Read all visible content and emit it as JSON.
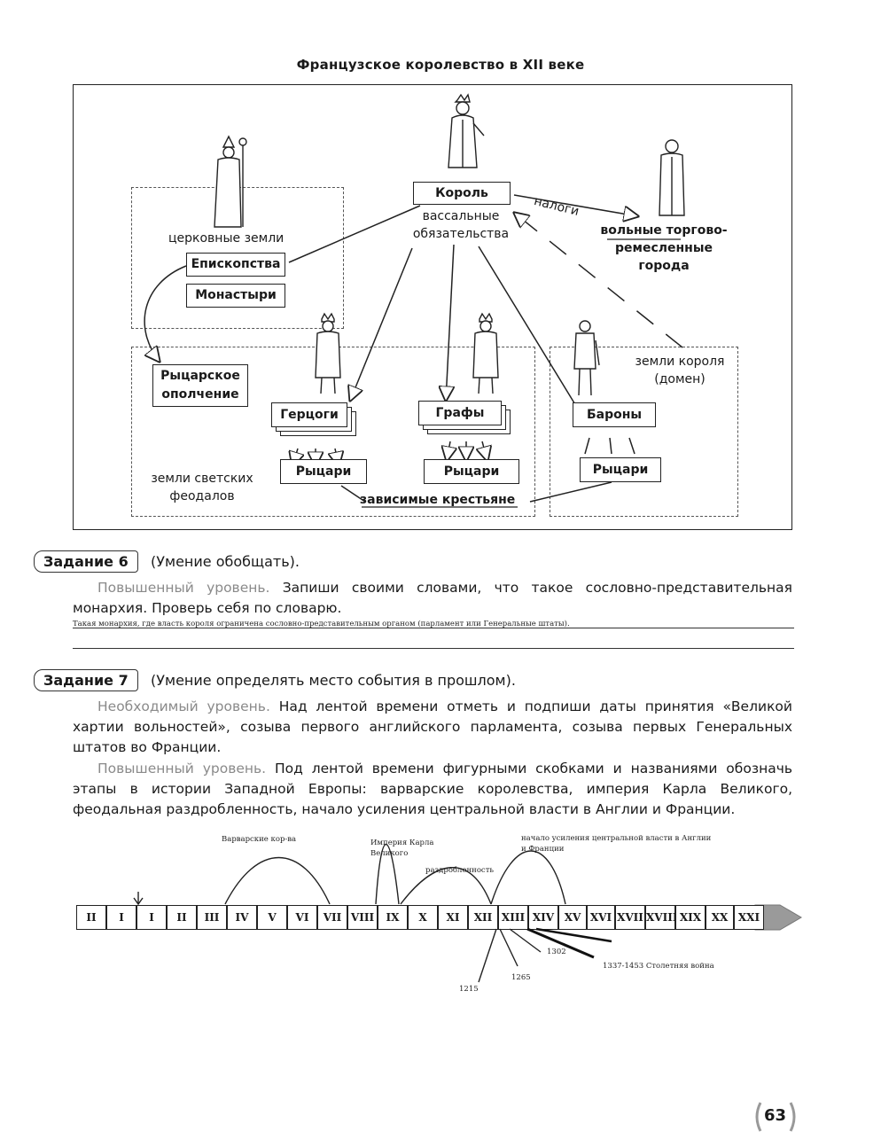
{
  "diagram": {
    "title": "Французское королевство в XII веке",
    "king": "Король",
    "vassal_text": "вассальные обязательства",
    "napogi": "налоги",
    "free_cities": "вольные торгово-ремесленные города",
    "church_lands": "церковные земли",
    "bishoprics": "Епископства",
    "monasteries": "Монастыри",
    "knight_militia": "Рыцарское ополчение",
    "dukes": "Герцоги",
    "counts": "Графы",
    "barons": "Бароны",
    "knights_1": "Рыцари",
    "knights_2": "Рыцари",
    "knights_3": "Рыцари",
    "secular_lands": "земли светских феодалов",
    "royal_lands": "земли короля (домен)",
    "peasants": "зависимые крестьяне"
  },
  "task6": {
    "label": "Задание 6",
    "skill": "(Умение обобщать).",
    "level": "Повышенный уровень.",
    "text": "Запиши своими словами, что такое сословно-представительная монархия. Проверь себя по словарю.",
    "answer": "Такая монархия, где власть короля ограничена сословно-представительным органом (парламент или Генеральные штаты)."
  },
  "task7": {
    "label": "Задание 7",
    "skill": "(Умение определять место события в прошлом).",
    "level1": "Необходимый уровень.",
    "text1": "Над лентой времени отметь и подпиши даты принятия «Великой хартии вольностей», созыва первого английского парламента, созыва первых Генеральных штатов во Франции.",
    "level2": "Повышенный уровень.",
    "text2": "Под лентой времени фигурными скобками и названиями обозначь этапы в истории Западной Европы: варварские королевства, империя Карла Великого, феодальная раздробленность, начало усиления центральной власти в Англии и Франции."
  },
  "timeline": {
    "centuries": [
      "II",
      "I",
      "I",
      "II",
      "III",
      "IV",
      "V",
      "VI",
      "VII",
      "VIII",
      "IX",
      "X",
      "XI",
      "XII",
      "XIII",
      "XIV",
      "XV",
      "XVI",
      "XVII",
      "XVIII",
      "XIX",
      "XX",
      "XXI"
    ],
    "label_barbarian": "Варварские кор-ва",
    "label_empire_1": "Империя Карла",
    "label_empire_2": "Великого",
    "label_fragmentation": "раздробленность",
    "label_central_1": "начало усиления центральной власти в Англии",
    "label_central_2": "и Франции",
    "date_1215": "1215",
    "date_1265": "1265",
    "date_1302": "1302",
    "war": "1337-1453 Столетняя война"
  },
  "page_number": "63"
}
